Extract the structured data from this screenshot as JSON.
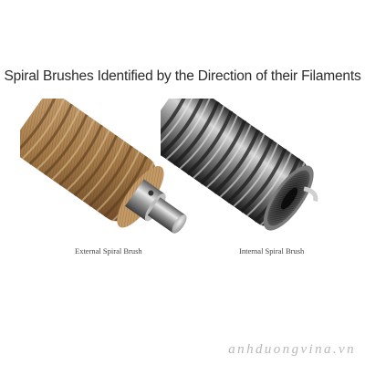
{
  "title": "Spiral Brushes Identified by the Direction of their Filaments",
  "figures": [
    {
      "caption": "External Spiral Brush",
      "icon": "external-spiral-brush-illustration"
    },
    {
      "caption": "Internal Spiral Brush",
      "icon": "internal-spiral-brush-illustration"
    }
  ],
  "watermark": "anhduongvina.vn",
  "colors": {
    "bristle": "#b48a58",
    "bristle_dark": "#7a5530",
    "metal": "#9a9a9a",
    "metal_dark": "#3a3a3a",
    "title_text": "#2b2b2b"
  }
}
